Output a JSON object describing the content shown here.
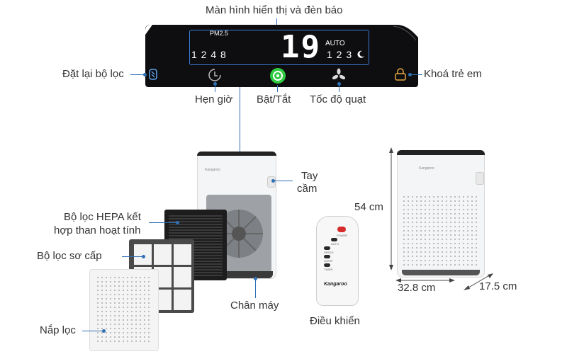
{
  "labels": {
    "display": "Màn hình hiển thị và đèn báo",
    "reset_filter": "Đặt lại bộ lọc",
    "child_lock": "Khoá trẻ em",
    "timer": "Hẹn giờ",
    "power": "Bật/Tắt",
    "fan_speed": "Tốc độ quạt",
    "handle_1": "Tay",
    "handle_2": "cầm",
    "hepa_1": "Bộ lọc HEPA kết",
    "hepa_2": "hợp than hoạt tính",
    "prefilter": "Bộ lọc sơ cấp",
    "cover": "Nắp lọc",
    "base": "Chân máy",
    "remote": "Điều khiển",
    "height": "54 cm",
    "width": "32.8 cm",
    "depth": "17.5 cm"
  },
  "display": {
    "pm_label": "PM2.5",
    "value": "19",
    "mode": "AUTO",
    "timer_levels": "1 2 4 8",
    "speed_levels": "1 2 3"
  },
  "remote": {
    "power": "POWER",
    "auto": "AUTO",
    "speed": "SPEED",
    "sleep": "SLEEP",
    "timer": "TIMER",
    "brand": "Kangaroo"
  },
  "brand_small": "Kangaroo",
  "colors": {
    "line": "#2f6fb5",
    "power_green": "#2ecc40",
    "display_border": "#3a7bd5"
  }
}
